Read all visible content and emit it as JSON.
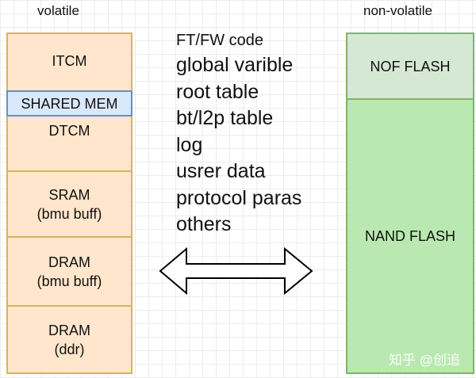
{
  "headers": {
    "volatile": "volatile",
    "non_volatile": "non-volatile"
  },
  "volatile_blocks": [
    {
      "label": "ITCM"
    },
    {
      "label": "SHARED MEM"
    },
    {
      "label": "DTCM"
    },
    {
      "label": "SRAM",
      "sub": "(bmu buff)"
    },
    {
      "label": "DRAM",
      "sub": "(bmu buff)"
    },
    {
      "label": "DRAM",
      "sub": "(ddr)"
    }
  ],
  "nonvolatile_blocks": [
    {
      "label": "NOF FLASH"
    },
    {
      "label": "NAND FLASH"
    }
  ],
  "data_items": [
    "FT/FW code",
    "global varible",
    "root table",
    "bt/l2p table",
    "log",
    "usrer data",
    "protocol paras",
    "others"
  ],
  "arrow_icon": "double-arrow",
  "watermark": "知乎 @创追",
  "colors": {
    "volatile_fill": "#ffe6cc",
    "shared_fill": "#dae8fc",
    "nof_fill": "#d5e8d4",
    "nand_fill": "#b9e9b0"
  }
}
